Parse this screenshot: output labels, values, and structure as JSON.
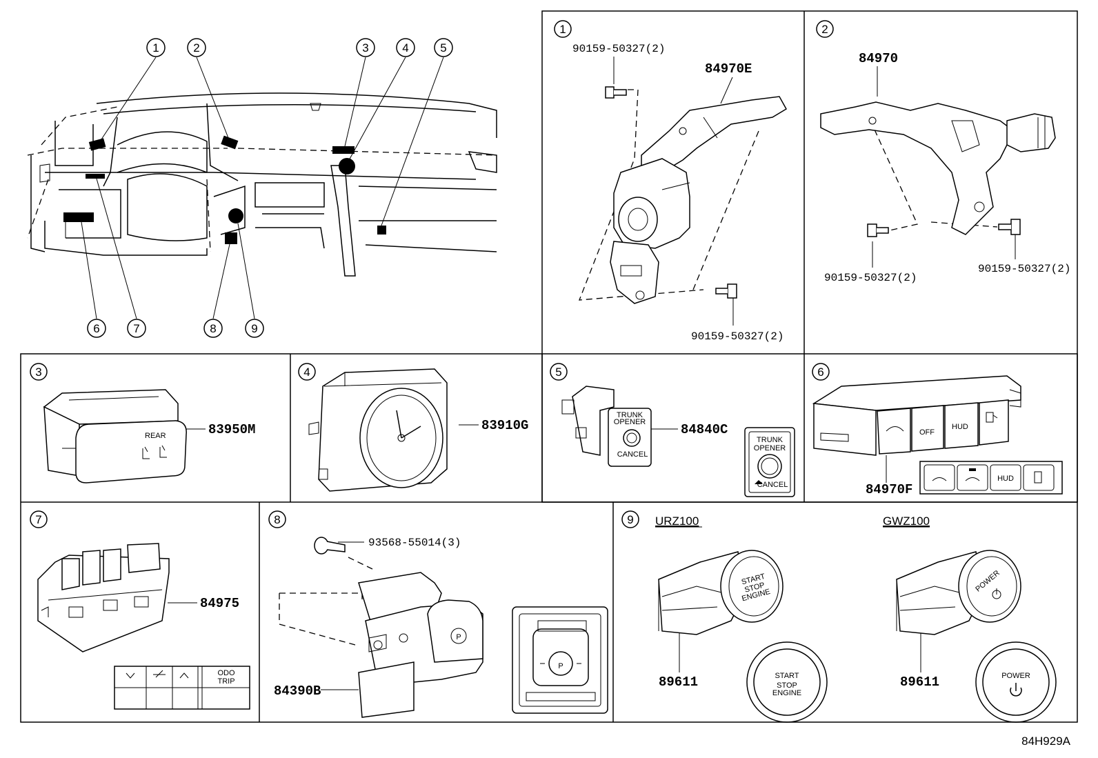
{
  "overview": {
    "callouts": [
      "1",
      "2",
      "3",
      "4",
      "5",
      "6",
      "7",
      "8",
      "9"
    ]
  },
  "panels": {
    "p1": {
      "index": "1",
      "part": "84970E",
      "bolt_top": "90159-50327(2)",
      "bolt_bottom": "90159-50327(2)"
    },
    "p2": {
      "index": "2",
      "part": "84970",
      "bolt_left": "90159-50327(2)",
      "bolt_right": "90159-50327(2)"
    },
    "p3": {
      "index": "3",
      "part": "83950M",
      "switch_label": "REAR"
    },
    "p4": {
      "index": "4",
      "part": "83910G"
    },
    "p5": {
      "index": "5",
      "part": "84840C",
      "face_line1": "TRUNK",
      "face_line2": "OPENER",
      "face_cancel": "CANCEL"
    },
    "p6": {
      "index": "6",
      "part": "84970F",
      "face_hud": "HUD",
      "face_off": "OFF"
    },
    "p7": {
      "index": "7",
      "part": "84975",
      "face_odo": "ODO",
      "face_trip": "TRIP"
    },
    "p8": {
      "index": "8",
      "part": "84390B",
      "bolt": "93568-55014(3)",
      "face_symbol": "P"
    },
    "p9": {
      "index": "9",
      "model_a": "URZ100",
      "model_b": "GWZ100",
      "part_a": "89611",
      "part_b": "89611",
      "face_a_line1": "START",
      "face_a_line2": "STOP",
      "face_a_line3": "ENGINE",
      "face_b_line1": "POWER"
    }
  },
  "reference": "84H929A"
}
